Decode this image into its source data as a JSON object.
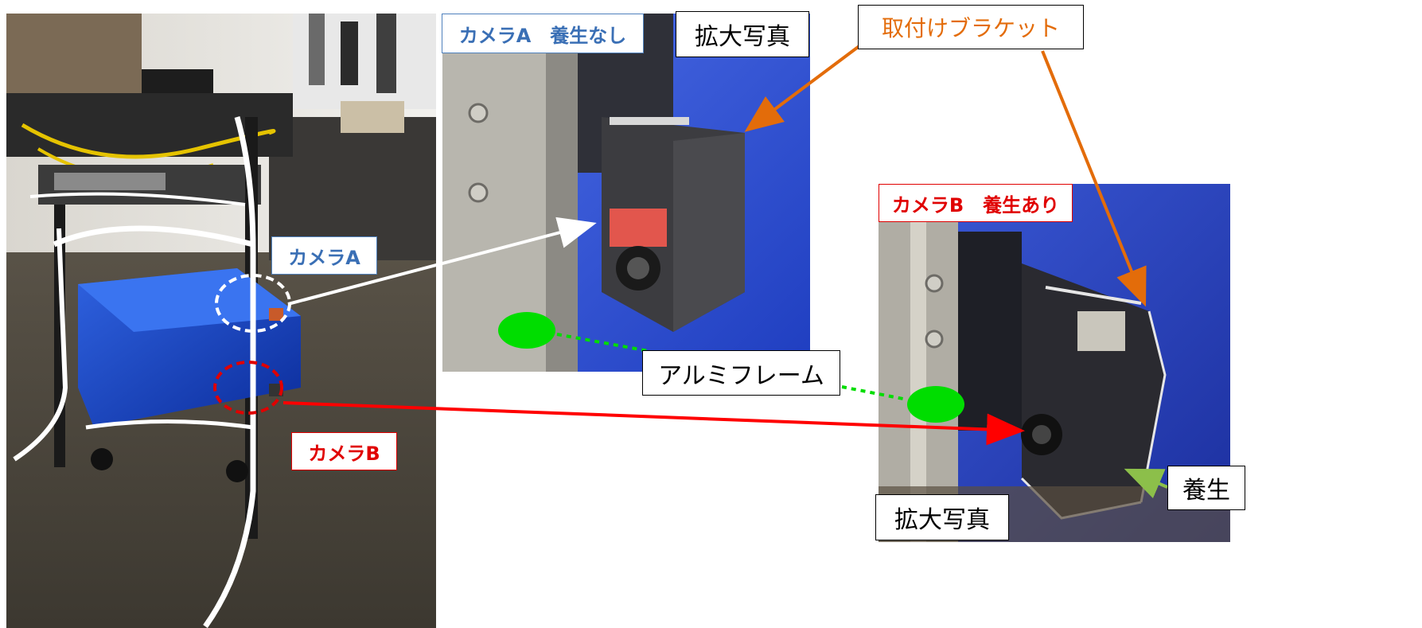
{
  "labels": {
    "enlarged_photo_a": "拡大写真",
    "enlarged_photo_b": "拡大写真",
    "mounting_bracket": "取付けブラケット",
    "camera_a_no_cover": "カメラA　養生なし",
    "camera_b_with_cover": "カメラB　養生あり",
    "camera_a": "カメラA",
    "camera_b": "カメラB",
    "aluminum_frame": "アルミフレーム",
    "cover": "養生"
  },
  "colors": {
    "camera_a_accent": "#3a6fb5",
    "camera_b_accent": "#e00000",
    "bracket_arrow": "#e36c0a",
    "frame_marker": "#00dd00",
    "cover_arrow": "#8cbf4a"
  }
}
